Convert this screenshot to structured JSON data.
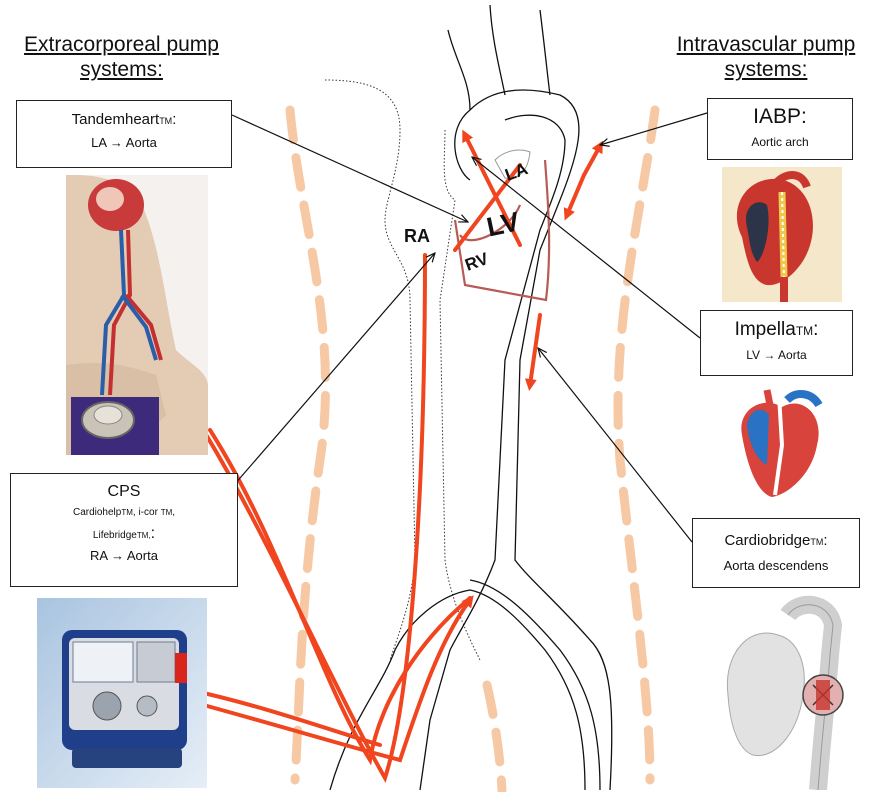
{
  "headings": {
    "left": [
      "Extracorporeal",
      "pump systems:"
    ],
    "right": [
      "Intravascular",
      "pump systems:"
    ]
  },
  "boxes": {
    "tandemheart": {
      "name": "Tandemheart",
      "tm": "TM",
      "suffix": ":",
      "route": "LA → Aorta"
    },
    "cps": {
      "title": "CPS",
      "line1": "Cardiohelp",
      "tm1": "TM",
      "line1b": ", i-cor ",
      "tm2": "TM",
      "line1c": ",",
      "line2": "Lifebridge",
      "tm3": "TM,",
      "colon": ":",
      "route": "RA → Aorta"
    },
    "iabp": {
      "title": "IABP:",
      "sub": "Aortic arch"
    },
    "impella": {
      "name": "Impella",
      "tm": "TM",
      "suffix": ":",
      "route": "LV → Aorta"
    },
    "cardiobridge": {
      "name": "Cardiobridge",
      "tm": "TM",
      "suffix": ":",
      "route": "Aorta descendens"
    }
  },
  "chambers": {
    "la": "LA",
    "lv": "LV",
    "ra": "RA",
    "rv": "RV"
  },
  "colors": {
    "flow": "#f0451e",
    "silhouette": "#f6c9a4",
    "vessel": "#111111",
    "septum": "#b85a55"
  }
}
